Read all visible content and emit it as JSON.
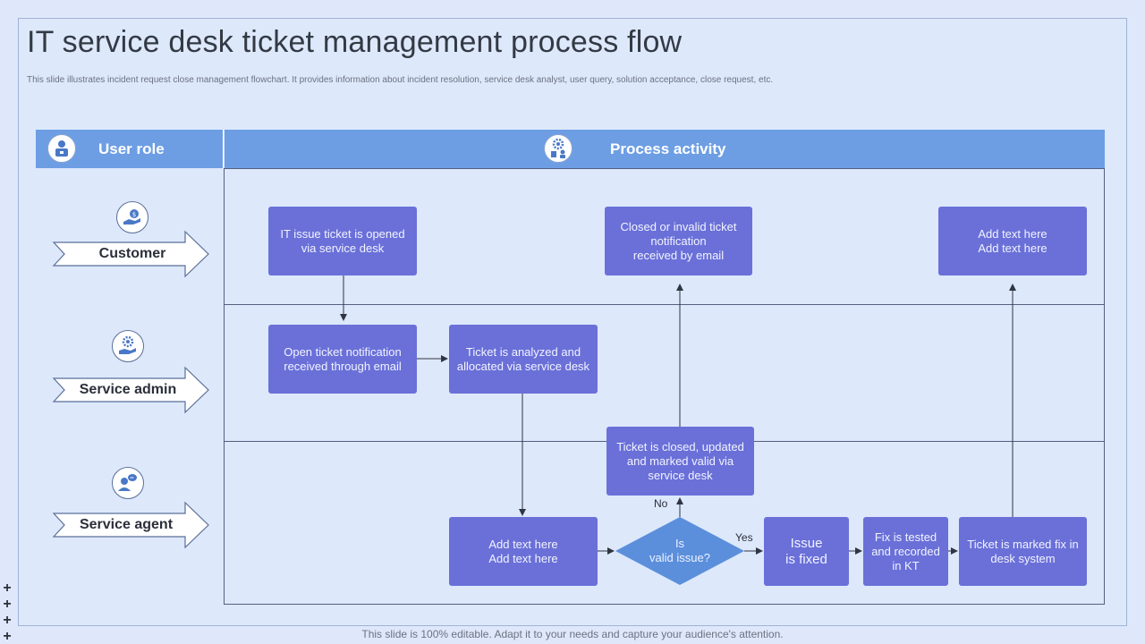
{
  "title": "IT service desk ticket management process flow",
  "subtitle": "This slide illustrates incident request close management  flowchart. It provides information about incident resolution, service desk analyst, user query, solution acceptance, close request, etc.",
  "header": {
    "user_role": "User role",
    "process_activity": "Process activity"
  },
  "roles": {
    "customer": "Customer",
    "service_admin": "Service admin",
    "service_agent": "Service agent"
  },
  "steps": {
    "ticket_opened": "IT issue ticket is opened\nvia service desk",
    "closed_invalid": "Closed or invalid ticket\nnotification\nreceived  by email",
    "add_text_customer": "Add text here\nAdd text here",
    "open_notification": "Open ticket notification\nreceived through email",
    "analyzed_allocated": "Ticket is analyzed and\nallocated via service desk",
    "closed_updated": "Ticket is closed, updated\nand marked valid via\nservice desk",
    "add_text_agent": "Add text here\nAdd text here",
    "decision": "Is\nvalid issue?",
    "issue_fixed": "Issue\nis fixed",
    "fix_tested": "Fix is tested\nand recorded\nin KT",
    "marked_fix": "Ticket is marked fix in\ndesk system"
  },
  "decision_labels": {
    "no": "No",
    "yes": "Yes"
  },
  "footer": "This slide is 100% editable. Adapt it to your needs and capture your audience's attention.",
  "colors": {
    "step_box": "#6a70d8",
    "decision": "#5b8fdc",
    "header": "#6d9ee4",
    "background": "#dde8fb"
  },
  "icons": {
    "user_role": "id-badge-icon",
    "process_activity": "gear-process-icon",
    "customer": "hand-dollar-icon",
    "service_admin": "hand-gear-icon",
    "service_agent": "person-chat-icon"
  }
}
